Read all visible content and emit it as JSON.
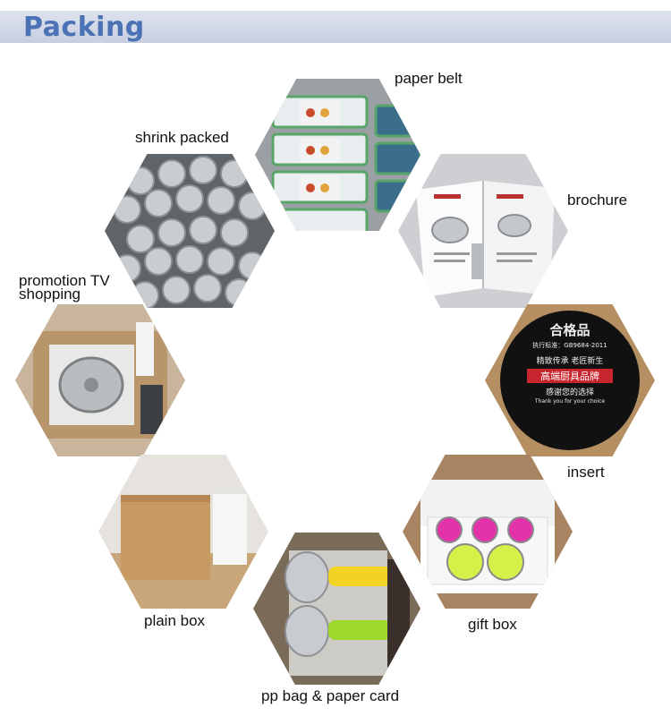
{
  "header": {
    "title": "Packing",
    "accent": "#4a72b4"
  },
  "items": [
    {
      "label": "paper belt"
    },
    {
      "label": "shrink packed"
    },
    {
      "label": "brochure"
    },
    {
      "label": "promotion TV shopping",
      "line1": "promotion TV",
      "line2": "shopping"
    },
    {
      "label": "insert"
    },
    {
      "label": "plain box"
    },
    {
      "label": "gift box"
    },
    {
      "label": "pp bag & paper card"
    }
  ],
  "insert_card": {
    "title": "合格品",
    "line1": "执行标准：GB9684-2011",
    "line2": "精致传承  老匠新生",
    "line3": "高端厨具品牌",
    "line4": "感谢您的选择",
    "line5": "Thank you for your choice"
  }
}
